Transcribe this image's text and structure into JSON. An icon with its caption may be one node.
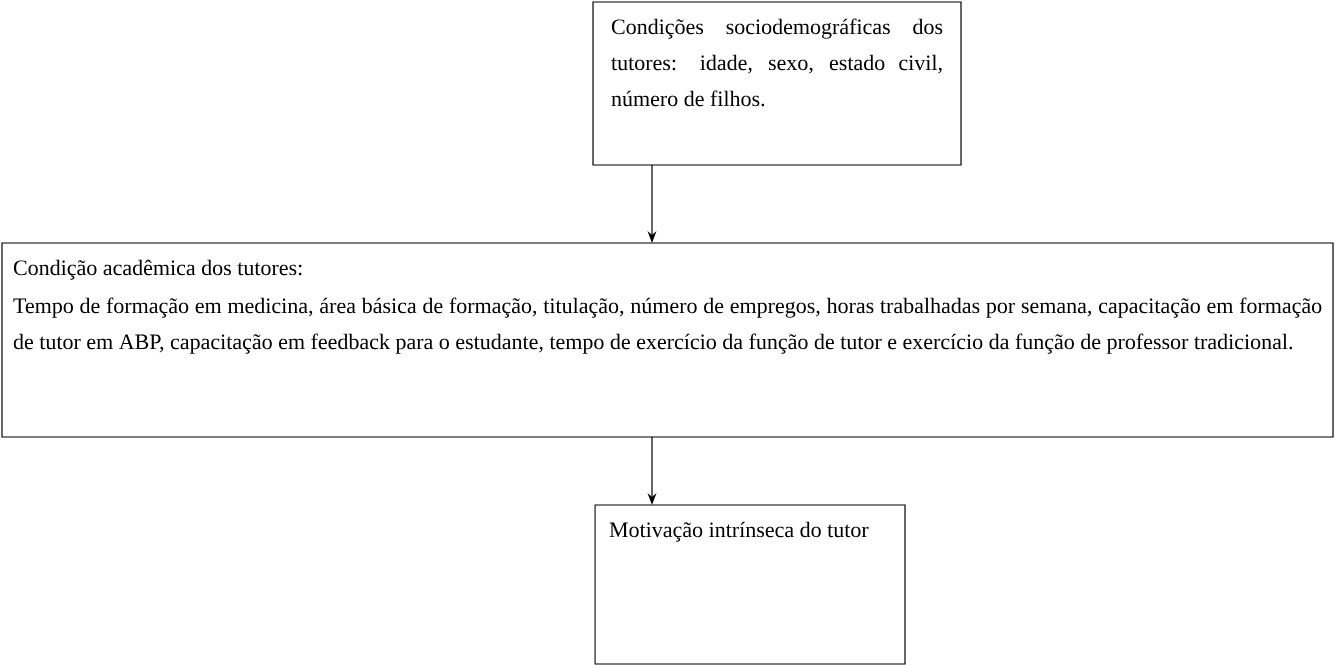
{
  "diagram": {
    "nodes": [
      {
        "text": [
          "Condições sociodemográficas dos tutores: idade, sexo, estado civil, número de filhos."
        ]
      },
      {
        "text": [
          "Condição acadêmica dos tutores:",
          "Tempo de formação em medicina, área básica de formação, titulação, número de empregos, horas trabalhadas por semana, capacitação em formação de tutor em ABP, capacitação em feedback para o estudante, tempo de exercício da função de tutor e exercício da função de professor tradicional."
        ]
      },
      {
        "text": [
          "Motivação intrínseca do tutor"
        ]
      }
    ],
    "edges": [
      {
        "from": 0,
        "to": 1,
        "arrow": "to"
      },
      {
        "from": 1,
        "to": 2,
        "arrow": "to"
      }
    ]
  }
}
